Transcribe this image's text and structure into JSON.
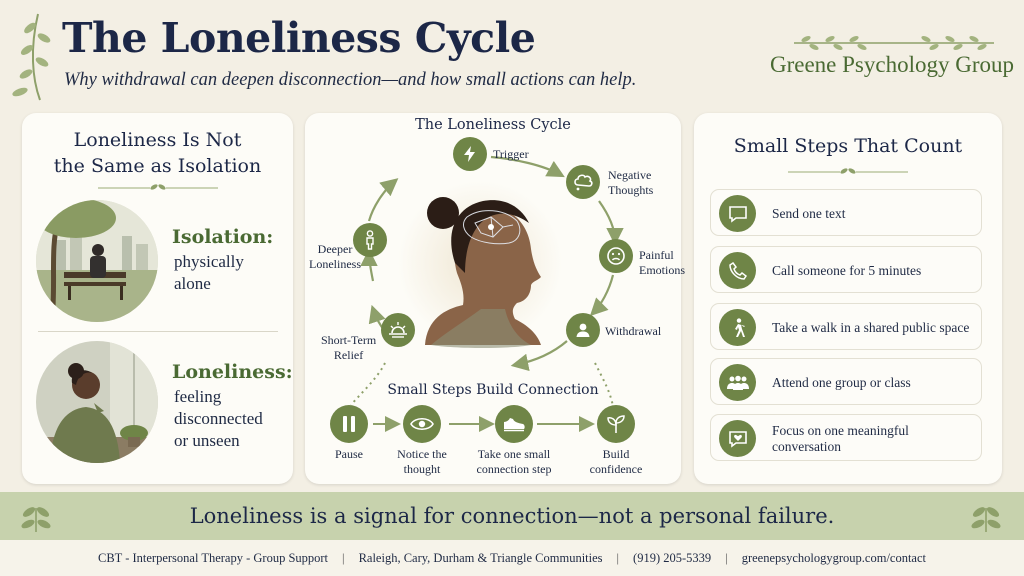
{
  "header": {
    "title": "The Loneliness Cycle",
    "subtitle": "Why withdrawal can deepen disconnection—and how small actions can help.",
    "brand": "Greene Psychology Group"
  },
  "left_panel": {
    "heading_line1": "Loneliness Is Not",
    "heading_line2": "the Same as Isolation",
    "isolation": {
      "label": "Isolation:",
      "desc_line1": "physically",
      "desc_line2": "alone"
    },
    "loneliness": {
      "label": "Loneliness:",
      "desc_line1": "feeling",
      "desc_line2": "disconnected",
      "desc_line3": "or unseen"
    }
  },
  "cycle": {
    "title": "The Loneliness Cycle",
    "nodes": [
      {
        "label": "Trigger",
        "icon": "lightning-icon"
      },
      {
        "label_line1": "Negative",
        "label_line2": "Thoughts",
        "icon": "thought-cloud-icon"
      },
      {
        "label_line1": "Painful",
        "label_line2": "Emotions",
        "icon": "sad-face-icon"
      },
      {
        "label": "Withdrawal",
        "icon": "person-icon"
      },
      {
        "label_line1": "Short-Term",
        "label_line2": "Relief",
        "icon": "sunrise-icon"
      },
      {
        "label_line1": "Deeper",
        "label_line2": "Loneliness",
        "icon": "standing-person-icon"
      }
    ]
  },
  "steps": {
    "title": "Small Steps Build Connection",
    "items": [
      {
        "label_line1": "Pause",
        "label_line2": "",
        "icon": "pause-icon"
      },
      {
        "label_line1": "Notice the",
        "label_line2": "thought",
        "icon": "eye-icon"
      },
      {
        "label_line1": "Take one small",
        "label_line2": "connection step",
        "icon": "shoe-icon"
      },
      {
        "label_line1": "Build",
        "label_line2": "confidence",
        "icon": "sprout-icon"
      }
    ]
  },
  "right_panel": {
    "heading": "Small Steps That Count",
    "actions": [
      {
        "label": "Send one text",
        "icon": "message-icon"
      },
      {
        "label": "Call someone for 5 minutes",
        "icon": "phone-icon"
      },
      {
        "label": "Take a walk in a shared public space",
        "icon": "walking-icon"
      },
      {
        "label": "Attend one group or class",
        "icon": "group-icon"
      },
      {
        "label": "Focus on one meaningful conversation",
        "icon": "heart-chat-icon"
      }
    ]
  },
  "banner": {
    "text": "Loneliness is a signal for connection—not a personal failure."
  },
  "footer": {
    "services": "CBT - Interpersonal Therapy - Group Support",
    "locations": "Raleigh, Cary, Durham & Triangle Communities",
    "phone": "(919) 205-5339",
    "url": "greenepsychologygroup.com/contact"
  },
  "colors": {
    "accent_green": "#6f8547",
    "navy": "#1c2747",
    "banner_green": "#c7d2ad",
    "background": "#f3efe4"
  }
}
